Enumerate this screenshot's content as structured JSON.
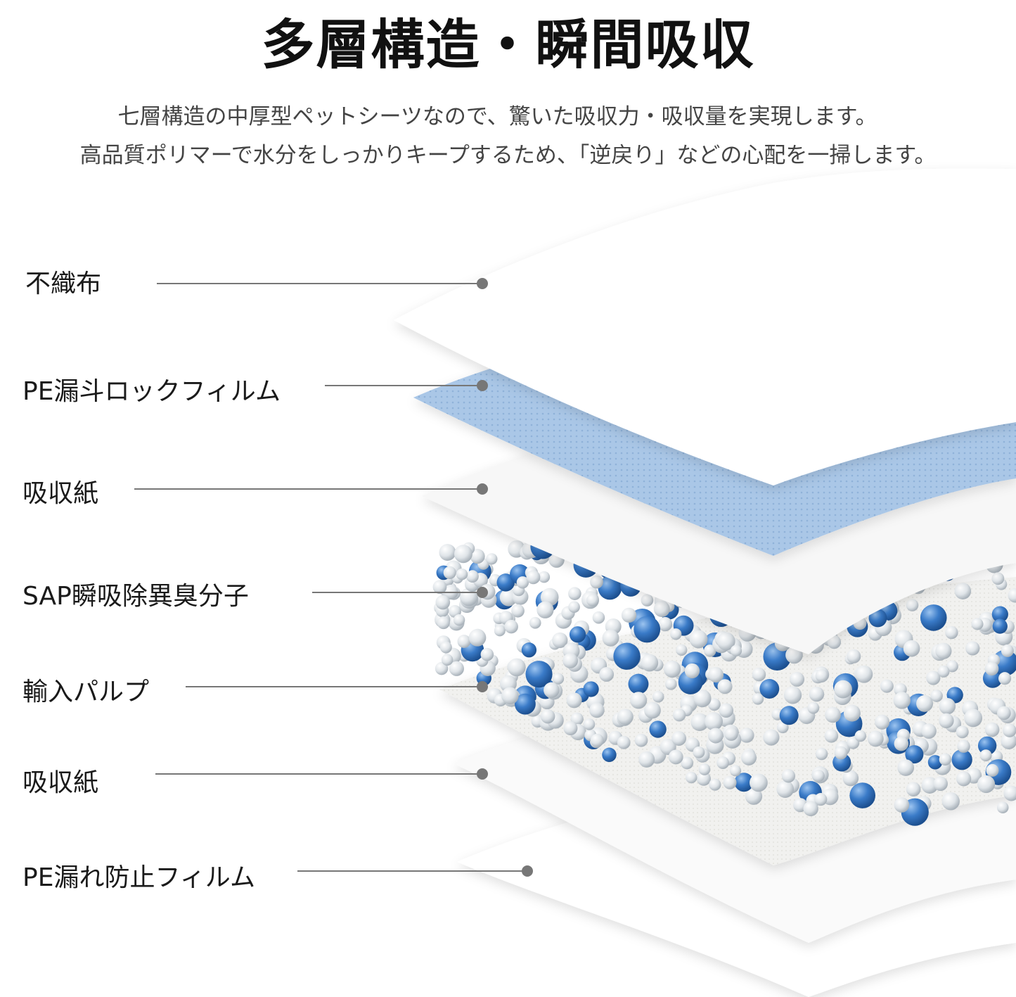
{
  "header": {
    "title": "多層構造・瞬間吸収",
    "subtitle_lines": [
      "七層構造の中厚型ペットシーツなので、驚いた吸収力・吸収量を実現します。",
      "高品質ポリマーで水分をしっかりキープするため、「逆戻り」などの心配を一掃します。"
    ]
  },
  "layers": [
    {
      "label": "不織布"
    },
    {
      "label": "PE漏斗ロックフィルム"
    },
    {
      "label": "吸収紙"
    },
    {
      "label": "SAP瞬吸除異臭分子"
    },
    {
      "label": "輸入パルプ"
    },
    {
      "label": "吸収紙"
    },
    {
      "label": "PE漏れ防止フィルム"
    }
  ],
  "colors": {
    "leader_line": "#777777",
    "blue_film": "#a9c6e6",
    "sap_blue": "#2f6fc0",
    "sap_grey": "#dfe4e8"
  }
}
